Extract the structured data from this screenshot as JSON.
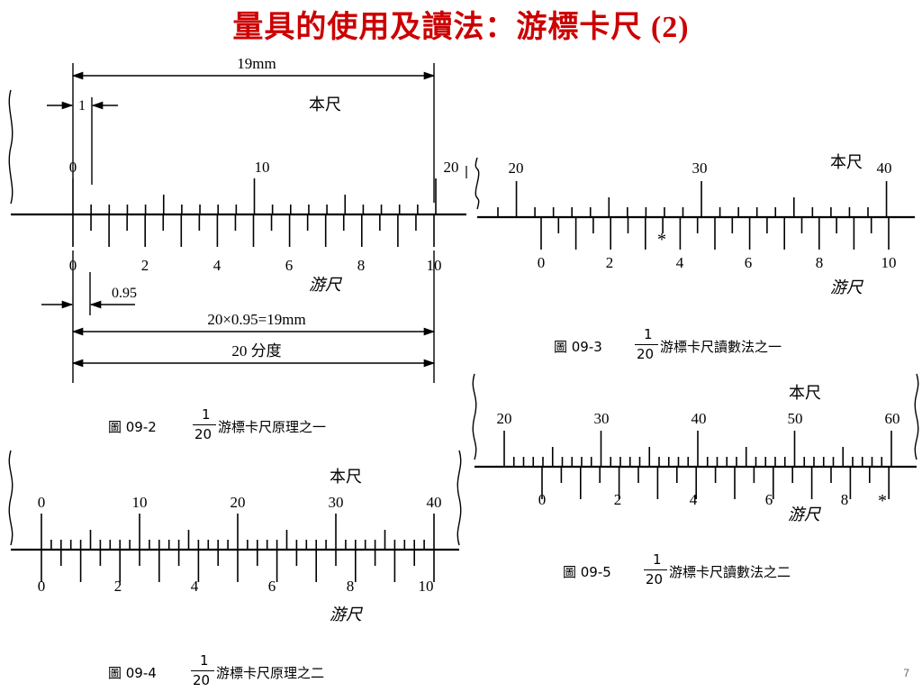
{
  "title": "量具的使用及讀法：游標卡尺 (2)",
  "page_number": "7",
  "colors": {
    "title": "#cc0000",
    "line": "#000000"
  },
  "fig2": {
    "main_label": "本尺",
    "vernier_label": "游尺",
    "main_numbers": [
      "0",
      "10",
      "20"
    ],
    "vernier_numbers": [
      "0",
      "2",
      "4",
      "6",
      "8",
      "10"
    ],
    "dim_19mm": "19mm",
    "dim_1": "1",
    "dim_095": "0.95",
    "dim_product": "20×0.95=19mm",
    "dim_divisions": "20 分度",
    "caption": {
      "prefix": "圖 09-2",
      "num": "1",
      "den": "20",
      "text": "游標卡尺原理之一"
    }
  },
  "fig3": {
    "main_label": "本尺",
    "vernier_label": "游尺",
    "main_numbers": [
      "20",
      "30",
      "40"
    ],
    "vernier_numbers": [
      "0",
      "2",
      "4",
      "6",
      "8",
      "10"
    ],
    "marker": "*",
    "caption": {
      "prefix": "圖 09-3",
      "num": "1",
      "den": "20",
      "text": "游標卡尺讀數法之一"
    }
  },
  "fig4": {
    "main_label": "本尺",
    "vernier_label": "游尺",
    "main_numbers": [
      "0",
      "10",
      "20",
      "30",
      "40"
    ],
    "vernier_numbers": [
      "0",
      "2",
      "4",
      "6",
      "8",
      "10"
    ],
    "caption": {
      "prefix": "圖 09-4",
      "num": "1",
      "den": "20",
      "text": "游標卡尺原理之二"
    }
  },
  "fig5": {
    "main_label": "本尺",
    "vernier_label": "游尺",
    "main_numbers": [
      "20",
      "30",
      "40",
      "50",
      "60"
    ],
    "vernier_numbers": [
      "0",
      "2",
      "4",
      "6",
      "8"
    ],
    "marker": "*",
    "caption": {
      "prefix": "圖 09-5",
      "num": "1",
      "den": "20",
      "text": "游標卡尺讀數法之二"
    }
  }
}
